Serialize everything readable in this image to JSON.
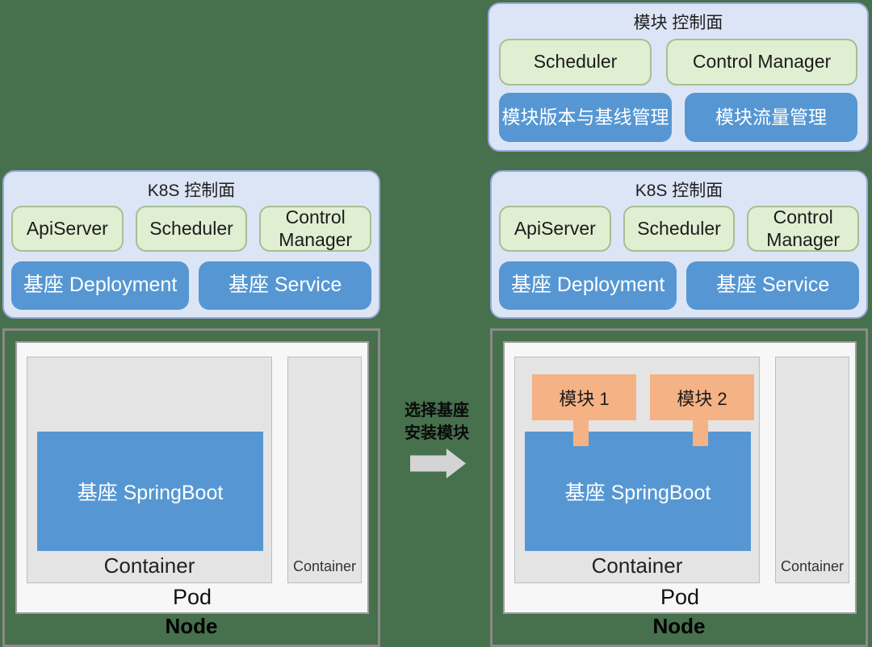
{
  "diagram": {
    "module_control_plane": {
      "title": "模块 控制面",
      "components": [
        "Scheduler",
        "Control Manager"
      ],
      "managers": [
        "模块版本与基线管理",
        "模块流量管理"
      ]
    },
    "k8s_control_plane_left": {
      "title": "K8S 控制面",
      "components": [
        "ApiServer",
        "Scheduler",
        "Control Manager"
      ],
      "resources": [
        "基座 Deployment",
        "基座 Service"
      ]
    },
    "k8s_control_plane_right": {
      "title": "K8S 控制面",
      "components": [
        "ApiServer",
        "Scheduler",
        "Control Manager"
      ],
      "resources": [
        "基座 Deployment",
        "基座 Service"
      ]
    },
    "transition": {
      "line1": "选择基座",
      "line2": "安装模块"
    },
    "node_left": {
      "node_label": "Node",
      "pod_label": "Pod",
      "main_container_label": "Container",
      "sidecar_container_label": "Container",
      "base_app_label": "基座 SpringBoot"
    },
    "node_right": {
      "node_label": "Node",
      "pod_label": "Pod",
      "main_container_label": "Container",
      "sidecar_container_label": "Container",
      "base_app_label": "基座 SpringBoot",
      "modules": [
        "模块 1",
        "模块 2"
      ]
    },
    "colors": {
      "background": "#47704D",
      "panel_fill": "#DCE5F6",
      "panel_border": "#97A9D9",
      "green_chip_fill": "#E0EED2",
      "green_chip_border": "#A6BF92",
      "blue_fill": "#5697D3",
      "module_orange": "#F5B285",
      "node_border": "#8A8A8A",
      "pod_fill": "#F7F7F7",
      "container_fill": "#E4E4E4"
    }
  }
}
